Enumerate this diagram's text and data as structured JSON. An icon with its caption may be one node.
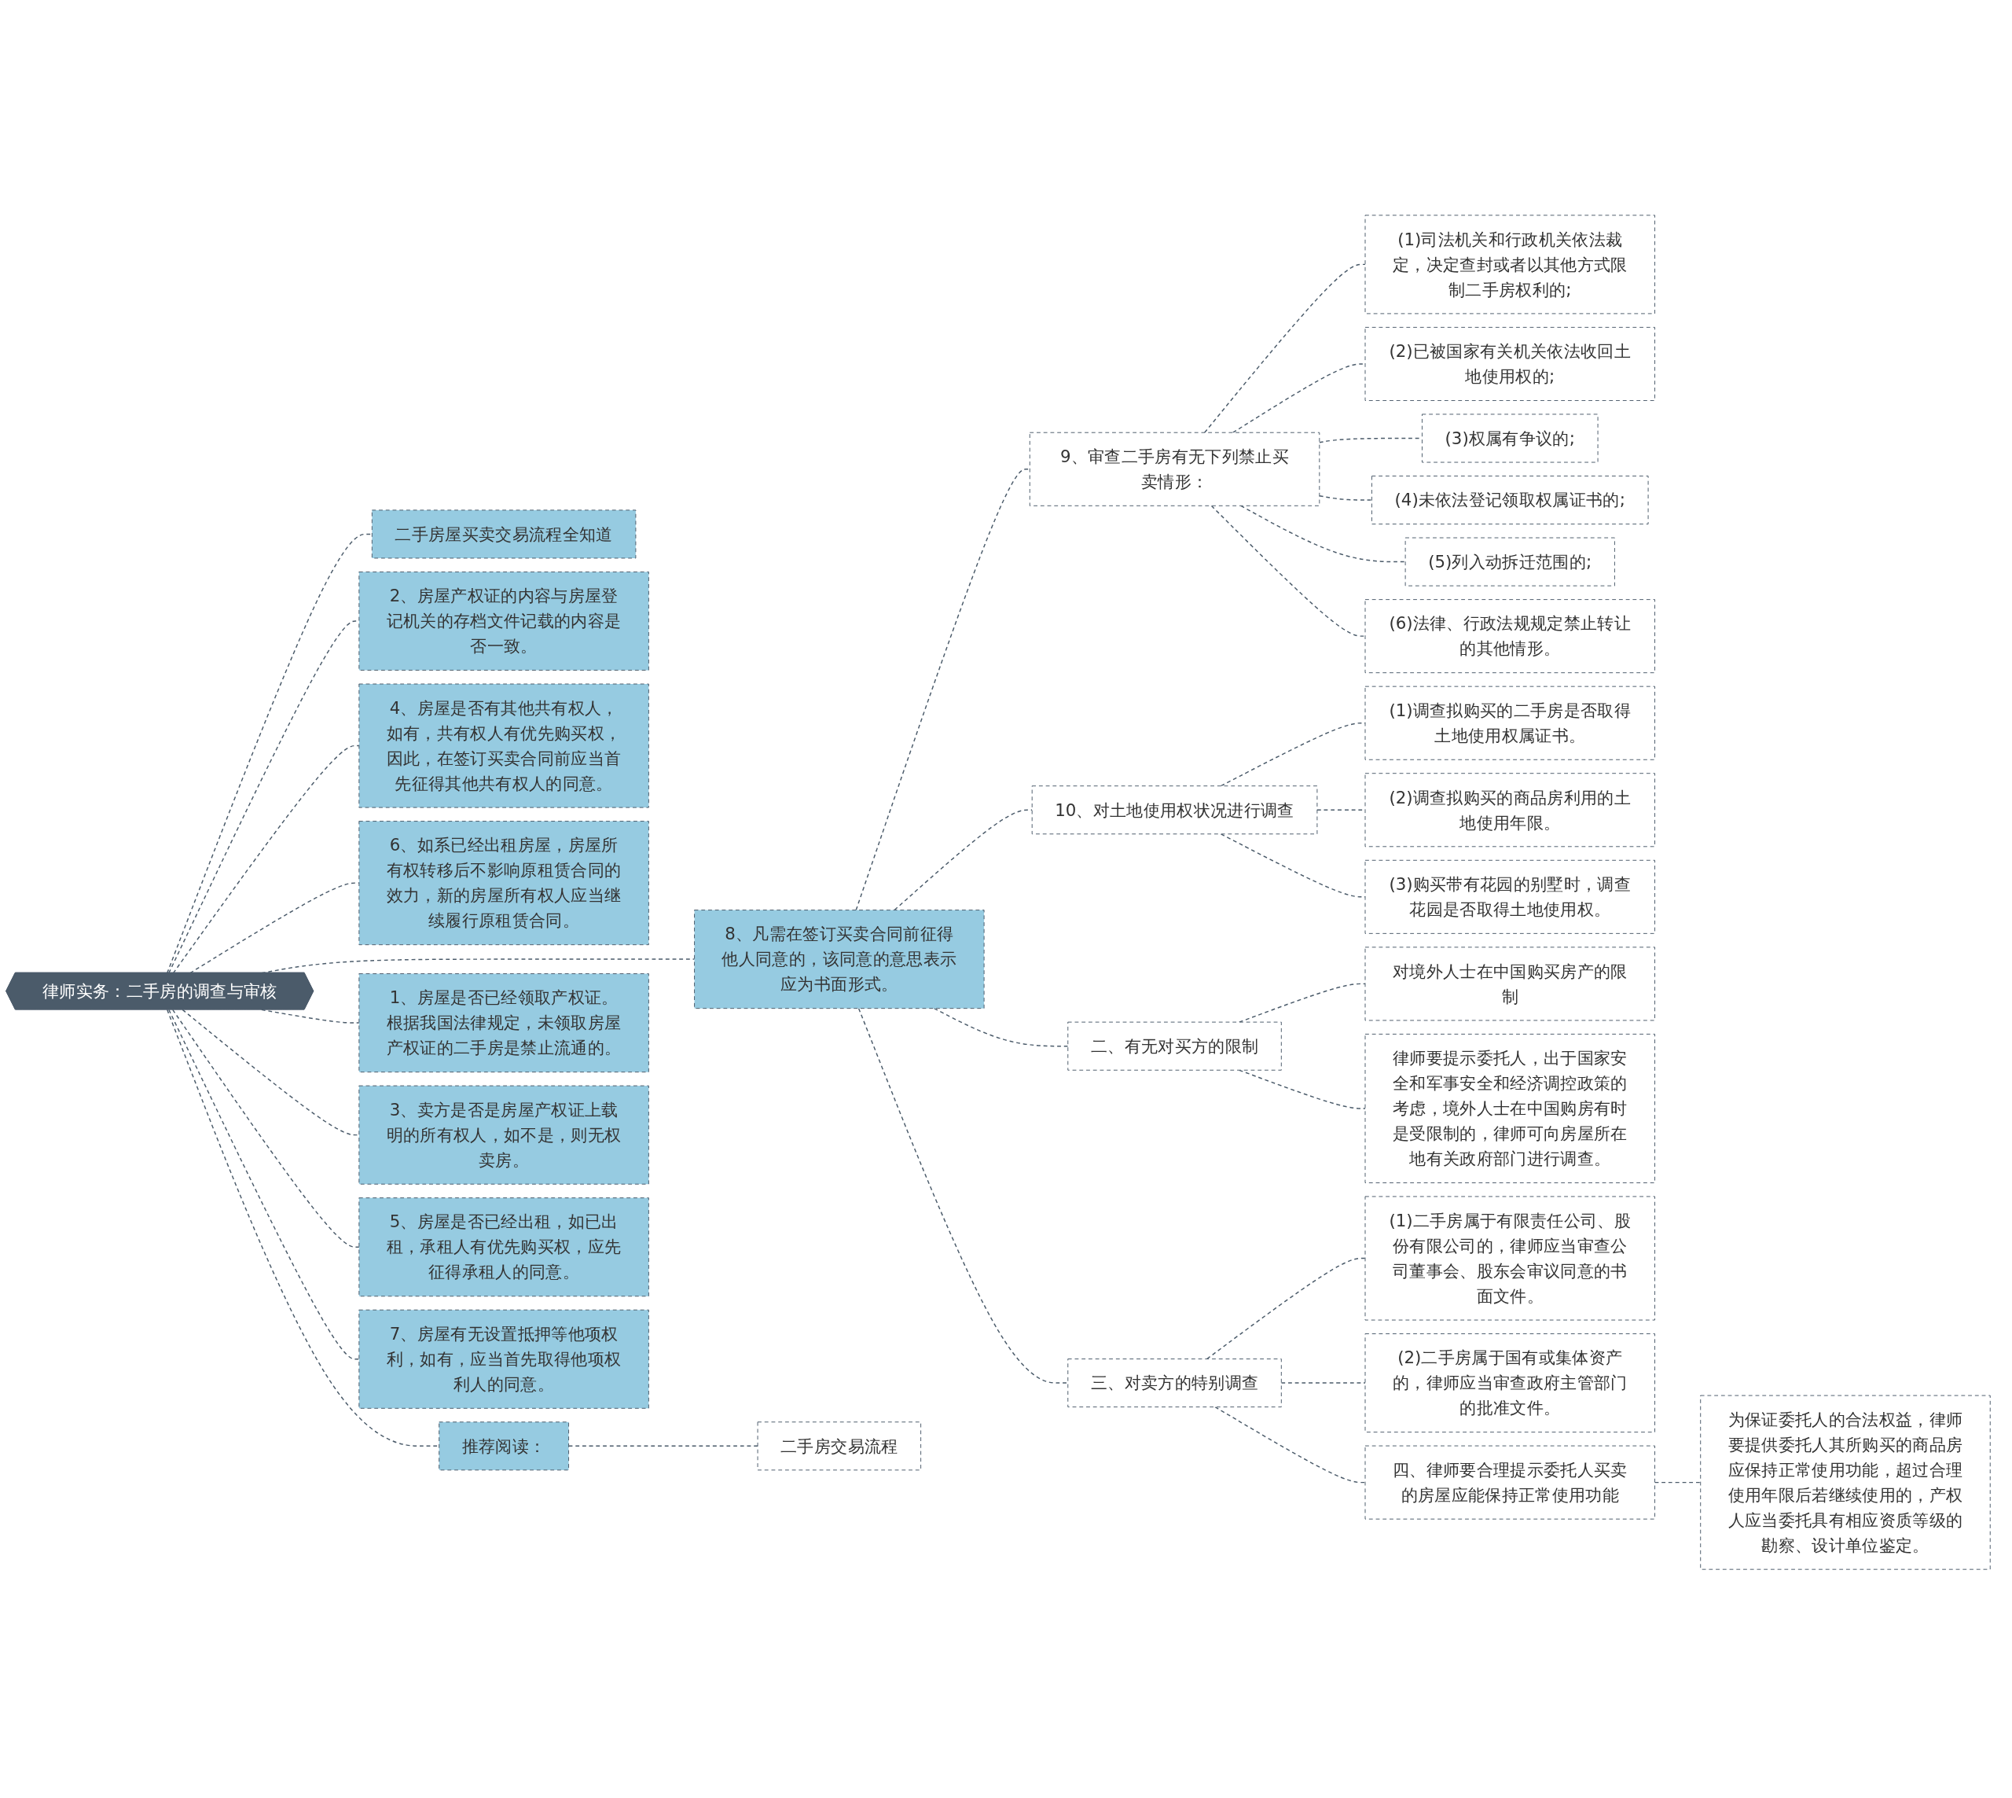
{
  "diagram": {
    "nodes": [
      {
        "text": [
          "律师实务：二手房的调查与审核"
        ]
      },
      {
        "text": [
          "二手房屋买卖交易流程全知道"
        ]
      },
      {
        "text": [
          "2、房屋产权证的内容与房屋登记机关的存档文件记载的内容是否一致。"
        ]
      },
      {
        "text": [
          "4、房屋是否有其他共有权人，如有，共有权人有优先购买权，因此，在签订买卖合同前应当首先征得其他共有权人的同意。"
        ]
      },
      {
        "text": [
          "6、如系已经出租房屋，房屋所有权转移后不影响原租赁合同的效力，新的房屋所有权人应当继续履行原租赁合同。"
        ]
      },
      {
        "text": [
          "8、凡需在签订买卖合同前征得他人同意的，该同意的意思表示应为书面形式。"
        ]
      },
      {
        "text": [
          "9、审查二手房有无下列禁止买卖情形："
        ]
      },
      {
        "text": [
          "(1)司法机关和行政机关依法裁定，决定查封或者以其他方式限制二手房权利的;"
        ]
      },
      {
        "text": [
          "(2)已被国家有关机关依法收回土地使用权的;"
        ]
      },
      {
        "text": [
          "(3)权属有争议的;"
        ]
      },
      {
        "text": [
          "(4)未依法登记领取权属证书的;"
        ]
      },
      {
        "text": [
          "(5)列入动拆迁范围的;"
        ]
      },
      {
        "text": [
          "(6)法律、行政法规规定禁止转让的其他情形。"
        ]
      },
      {
        "text": [
          "10、对土地使用权状况进行调查"
        ]
      },
      {
        "text": [
          "(1)调查拟购买的二手房是否取得土地使用权属证书。"
        ]
      },
      {
        "text": [
          "(2)调查拟购买的商品房利用的土地使用年限。"
        ]
      },
      {
        "text": [
          "(3)购买带有花园的别墅时，调查花园是否取得土地使用权。"
        ]
      },
      {
        "text": [
          "二、有无对买方的限制"
        ]
      },
      {
        "text": [
          "对境外人士在中国购买房产的限制"
        ]
      },
      {
        "text": [
          "律师要提示委托人，出于国家安全和军事安全和经济调控政策的考虑，境外人士在中国购房有时是受限制的，律师可向房屋所在地有关政府部门进行调查。"
        ]
      },
      {
        "text": [
          "三、对卖方的特别调查"
        ]
      },
      {
        "text": [
          "(1)二手房属于有限责任公司、股份有限公司的，律师应当审查公司董事会、股东会审议同意的书面文件。"
        ]
      },
      {
        "text": [
          "(2)二手房属于国有或集体资产的，律师应当审查政府主管部门的批准文件。"
        ]
      },
      {
        "text": [
          "四、律师要合理提示委托人买卖的房屋应能保持正常使用功能"
        ]
      },
      {
        "text": [
          "为保证委托人的合法权益，律师要提供委托人其所购买的商品房应保持正常使用功能，超过合理使用年限后若继续使用的，产权人应当委托具有相应资质等级的勘察、设计单位鉴定。"
        ]
      },
      {
        "text": [
          "推荐阅读："
        ]
      },
      {
        "text": [
          "二手房交易流程"
        ]
      },
      {
        "text": [
          "1、房屋是否已经领取产权证。根据我国法律规定，未领取房屋产权证的二手房是禁止流通的。"
        ]
      },
      {
        "text": [
          "3、卖方是否是房屋产权证上载明的所有权人，如不是，则无权卖房。"
        ]
      },
      {
        "text": [
          "5、房屋是否已经出租，如已出租，承租人有优先购买权，应先征得承租人的同意。"
        ]
      },
      {
        "text": [
          "7、房屋有无设置抵押等他项权利，如有，应当首先取得他项权利人的同意。"
        ]
      }
    ],
    "edges": [
      {
        "from": 0,
        "to": 1,
        "arrow": "none",
        "style": "dashed"
      },
      {
        "from": 0,
        "to": 2,
        "arrow": "none",
        "style": "dashed"
      },
      {
        "from": 0,
        "to": 3,
        "arrow": "none",
        "style": "dashed"
      },
      {
        "from": 0,
        "to": 4,
        "arrow": "none",
        "style": "dashed"
      },
      {
        "from": 0,
        "to": 5,
        "arrow": "none",
        "style": "dashed"
      },
      {
        "from": 5,
        "to": 6,
        "arrow": "none",
        "style": "dashed"
      },
      {
        "from": 6,
        "to": 7,
        "arrow": "none",
        "style": "dashed"
      },
      {
        "from": 6,
        "to": 8,
        "arrow": "none",
        "style": "dashed"
      },
      {
        "from": 6,
        "to": 9,
        "arrow": "none",
        "style": "dashed"
      },
      {
        "from": 6,
        "to": 10,
        "arrow": "none",
        "style": "dashed"
      },
      {
        "from": 6,
        "to": 11,
        "arrow": "none",
        "style": "dashed"
      },
      {
        "from": 6,
        "to": 12,
        "arrow": "none",
        "style": "dashed"
      },
      {
        "from": 5,
        "to": 13,
        "arrow": "none",
        "style": "dashed"
      },
      {
        "from": 13,
        "to": 14,
        "arrow": "none",
        "style": "dashed"
      },
      {
        "from": 13,
        "to": 15,
        "arrow": "none",
        "style": "dashed"
      },
      {
        "from": 13,
        "to": 16,
        "arrow": "none",
        "style": "dashed"
      },
      {
        "from": 5,
        "to": 17,
        "arrow": "none",
        "style": "dashed"
      },
      {
        "from": 17,
        "to": 18,
        "arrow": "none",
        "style": "dashed"
      },
      {
        "from": 17,
        "to": 19,
        "arrow": "none",
        "style": "dashed"
      },
      {
        "from": 5,
        "to": 20,
        "arrow": "none",
        "style": "dashed"
      },
      {
        "from": 20,
        "to": 21,
        "arrow": "none",
        "style": "dashed"
      },
      {
        "from": 20,
        "to": 22,
        "arrow": "none",
        "style": "dashed"
      },
      {
        "from": 20,
        "to": 23,
        "arrow": "none",
        "style": "dashed"
      },
      {
        "from": 23,
        "to": 24,
        "arrow": "none",
        "style": "dashed"
      },
      {
        "from": 0,
        "to": 25,
        "arrow": "none",
        "style": "dashed"
      },
      {
        "from": 25,
        "to": 26,
        "arrow": "none",
        "style": "dashed"
      },
      {
        "from": 0,
        "to": 27,
        "arrow": "none",
        "style": "dashed"
      },
      {
        "from": 0,
        "to": 28,
        "arrow": "none",
        "style": "dashed"
      },
      {
        "from": 0,
        "to": 29,
        "arrow": "none",
        "style": "dashed"
      },
      {
        "from": 0,
        "to": 30,
        "arrow": "none",
        "style": "dashed"
      }
    ]
  }
}
